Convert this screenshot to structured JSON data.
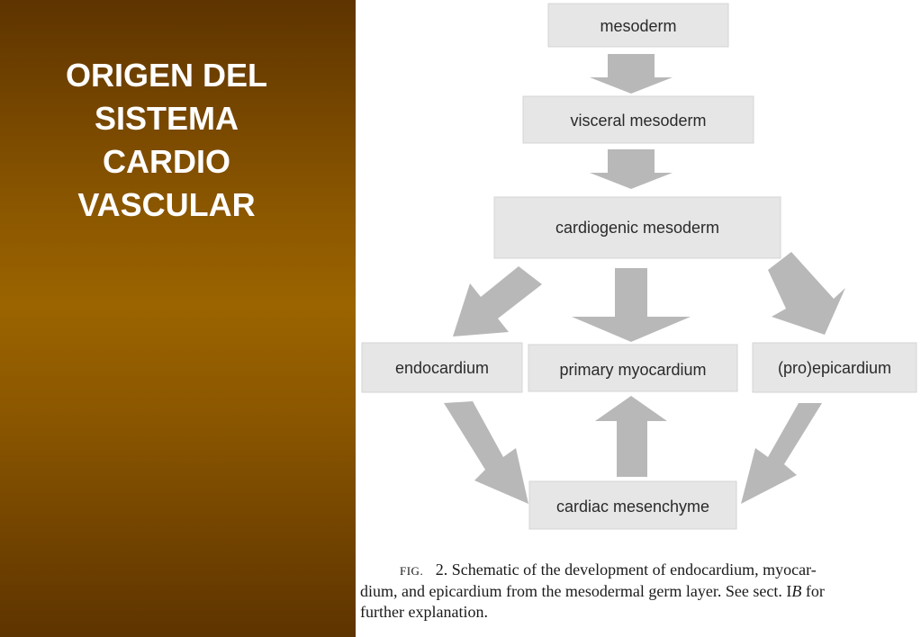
{
  "slide": {
    "title_lines": [
      "ORIGEN DEL",
      "SISTEMA",
      "CARDIO",
      "VASCULAR"
    ],
    "colors": {
      "panel_dark": "#5e3400",
      "panel_mid": "#9b6400",
      "node_fill": "#e6e6e6",
      "arrow_fill": "#b8b8b8"
    }
  },
  "diagram": {
    "nodes": {
      "mesoderm": "mesoderm",
      "visceral": "visceral mesoderm",
      "cardiogenic": "cardiogenic mesoderm",
      "endocardium": "endocardium",
      "myocardium": "primary myocardium",
      "epicardium": "(pro)epicardium",
      "mesenchyme": "cardiac mesenchyme"
    },
    "edges": [
      {
        "from": "mesoderm",
        "to": "visceral mesoderm"
      },
      {
        "from": "visceral mesoderm",
        "to": "cardiogenic mesoderm"
      },
      {
        "from": "cardiogenic mesoderm",
        "to": "endocardium"
      },
      {
        "from": "cardiogenic mesoderm",
        "to": "primary myocardium"
      },
      {
        "from": "cardiogenic mesoderm",
        "to": "(pro)epicardium"
      },
      {
        "from": "endocardium",
        "to": "cardiac mesenchyme"
      },
      {
        "from": "(pro)epicardium",
        "to": "cardiac mesenchyme"
      },
      {
        "from": "cardiac mesenchyme",
        "to": "primary myocardium"
      }
    ]
  },
  "caption": {
    "fig_label": "FIG.",
    "line1": "2. Schematic of the development of endocardium, myocar-",
    "line2": "dium, and epicardium from the mesodermal germ layer. See sect. I",
    "line2_italic": "B",
    "line2_end": " for",
    "line3": "further explanation."
  }
}
